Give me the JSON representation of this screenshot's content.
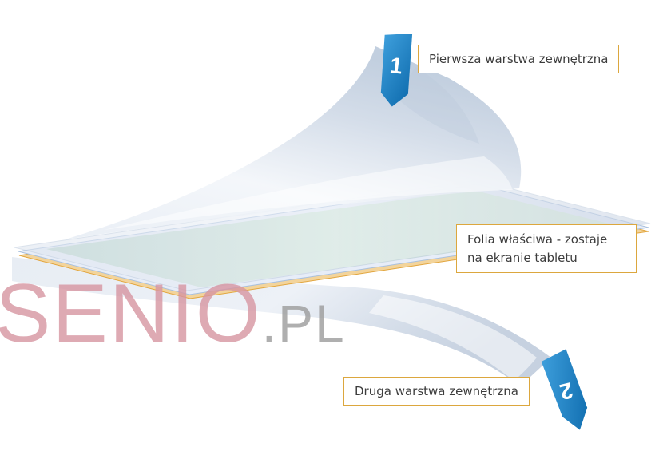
{
  "watermark": {
    "brand": "SENIO",
    "suffix": ".PL"
  },
  "labels": {
    "first_layer": "Pierwsza warstwa zewnętrzna",
    "film_line1": "Folia właściwa - zostaje",
    "film_line2": "na ekranie tabletu",
    "second_layer": "Druga warstwa zewnętrzna"
  },
  "tabs": {
    "tab1": "1",
    "tab2": "2"
  },
  "colors": {
    "label_border": "#dca73e",
    "label_text": "#3c3c3c",
    "brand_color": "#d795a1",
    "suffix_color": "#9c9c9c",
    "tab_blue_light": "#3fa0dd",
    "tab_blue_dark": "#0e6bad",
    "film_blue": "#d7e0ec",
    "film_green": "#cde6d4",
    "edge_orange": "#e2a63f"
  }
}
